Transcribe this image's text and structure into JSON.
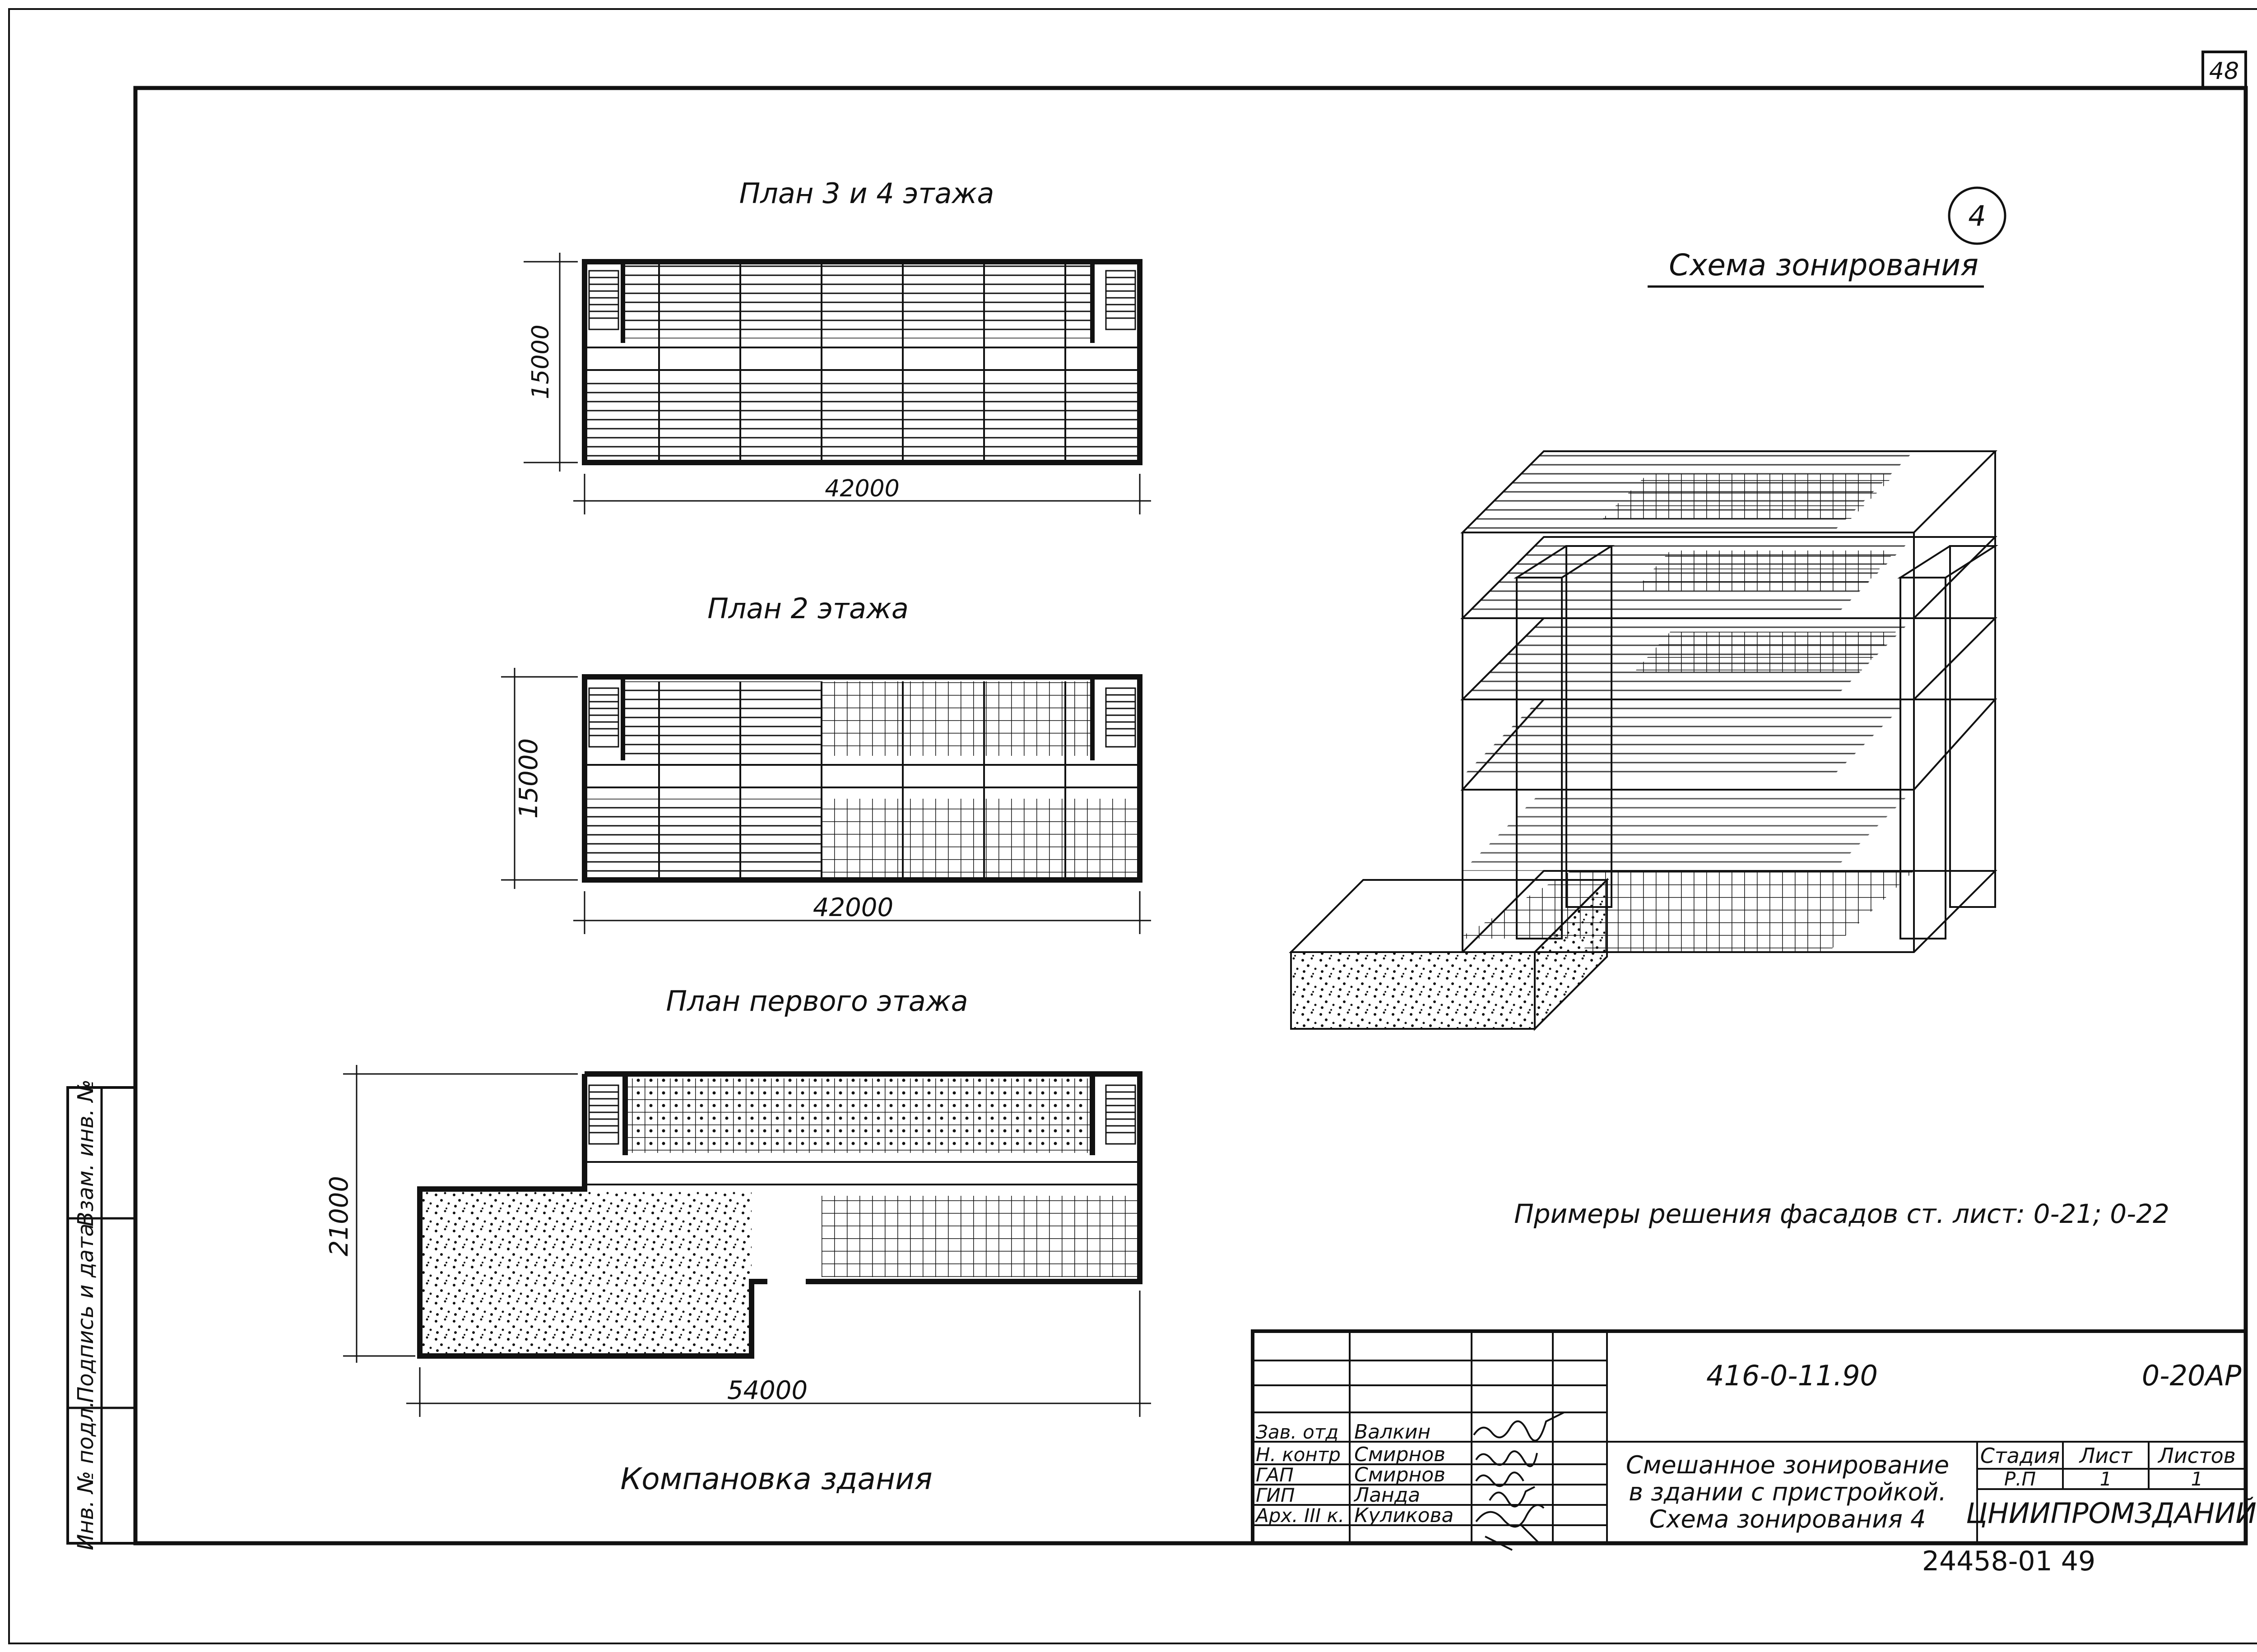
{
  "sheet": {
    "page_number": "48",
    "zone_number": "4",
    "scheme_title": "Схема зонирования",
    "facade_note": "Примеры решения фасадов ст. лист: 0-21; 0-22",
    "layout_caption": "Компановка здания"
  },
  "plans": {
    "floor34": {
      "title": "План 3 и 4 этажа",
      "dim_width": "42000",
      "dim_height": "15000"
    },
    "floor2": {
      "title": "План 2 этажа",
      "dim_width": "42000",
      "dim_height": "15000"
    },
    "floor1": {
      "title": "План первого этажа",
      "dim_width": "54000",
      "dim_height": "21000"
    }
  },
  "margin_stamp": {
    "inv_no": "Инв. № подл.",
    "sign_date": "Подпись и дата",
    "replace_inv": "Взам. инв. №"
  },
  "title_block": {
    "project_code": "416-0-11.90",
    "sheet_code": "0-20АР",
    "description": [
      "Смешанное зонирование",
      "в здании с пристройкой.",
      "Схема зонирования 4"
    ],
    "headers": {
      "stage": "Стадия",
      "sheet": "Лист",
      "sheets": "Листов"
    },
    "values": {
      "stage": "Р.П",
      "sheet": "1",
      "sheets": "1"
    },
    "organization": "ЦНИИПРОМЗДАНИЙ",
    "signatories": [
      {
        "role": "Зав. отд",
        "name": "Валкин"
      },
      {
        "role": "Н. контр",
        "name": "Смирнов"
      },
      {
        "role": "ГАП",
        "name": "Смирнов"
      },
      {
        "role": "ГИП",
        "name": "Ланда"
      },
      {
        "role": "Арх. III к.",
        "name": "Куликова"
      }
    ]
  },
  "archive_code": "24458-01 49"
}
